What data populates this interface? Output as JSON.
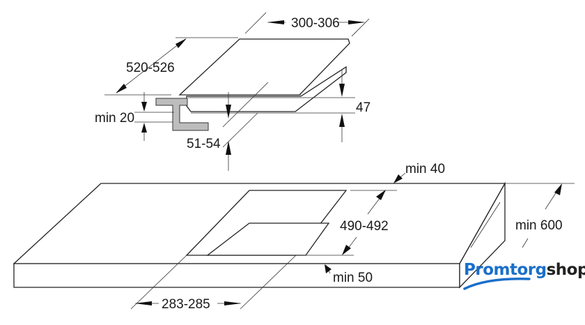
{
  "hob_dimensions": {
    "width": "300-306",
    "depth": "520-526",
    "height": "47",
    "cutout_depth": "51-54",
    "worktop_min": "min 20"
  },
  "worktop_dimensions": {
    "back_distance": "min 40",
    "cutout_length": "490-492",
    "worktop_depth": "min 600",
    "front_distance": "min 50",
    "cutout_width": "283-285"
  },
  "logo": {
    "part1": "Promtorg",
    "part2": "shop",
    "accent": "#1a6fc9"
  }
}
